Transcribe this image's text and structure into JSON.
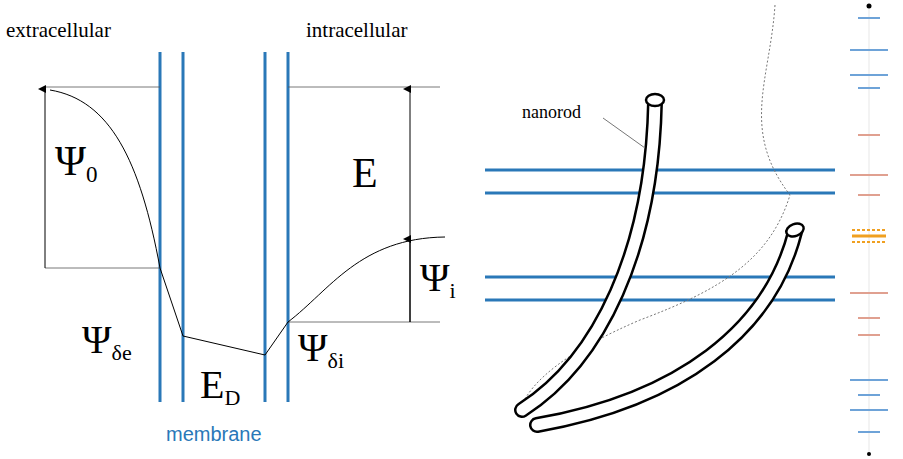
{
  "diagram": {
    "labels": [
      "extracellular",
      "intracellular",
      "Ψ0",
      "E",
      "Ψi",
      "Ψδe",
      "ED",
      "Ψδi",
      "membrane",
      "nanorod"
    ]
  }
}
